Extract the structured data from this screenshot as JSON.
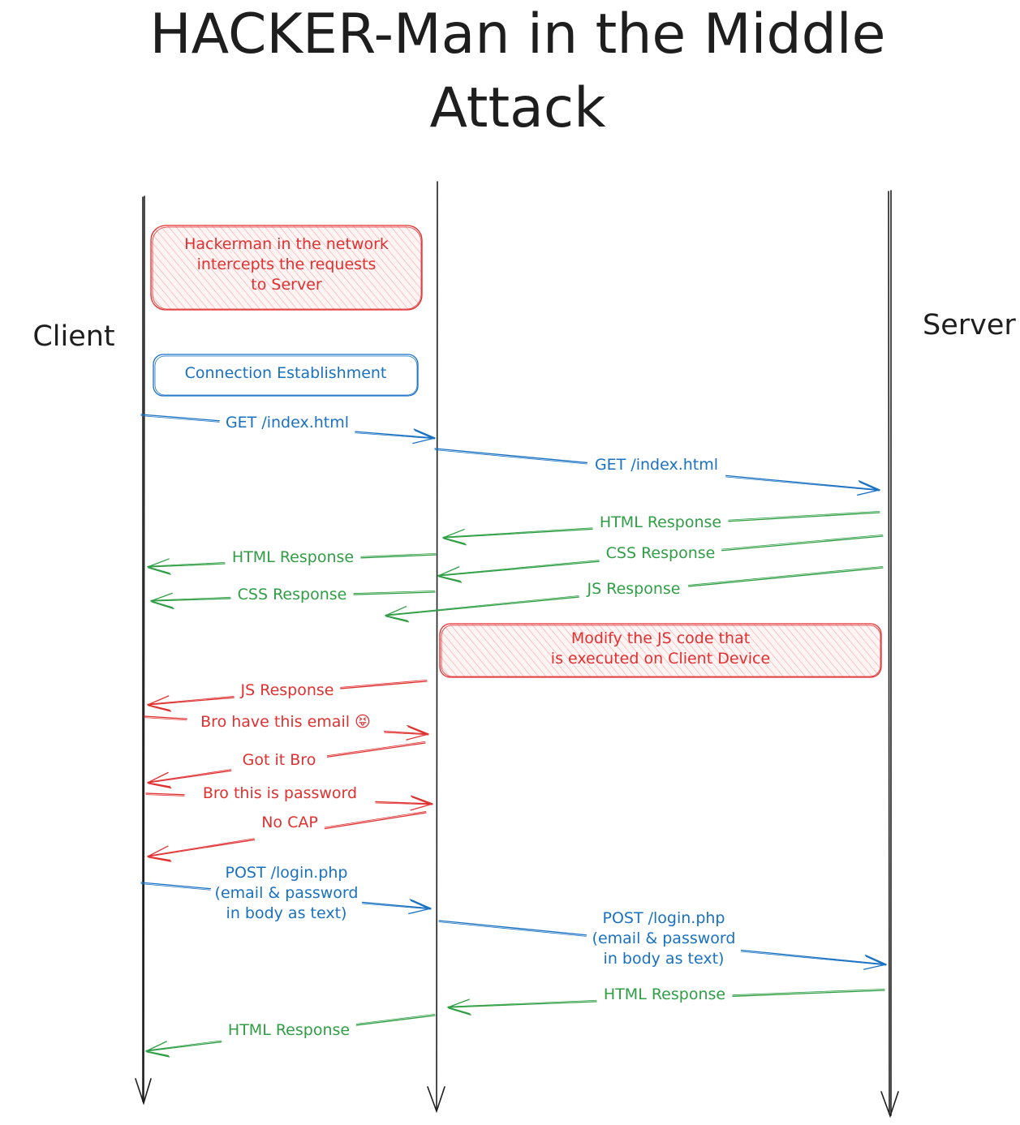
{
  "title": {
    "line1": "HACKER-Man in the Middle",
    "line2": "Attack"
  },
  "actors": {
    "client": "Client",
    "server": "Server"
  },
  "colors": {
    "ink": "#1e1e1e",
    "request": "#1971c2",
    "response": "#2f9e44",
    "attack": "#e03131"
  },
  "notes": {
    "hackerman": [
      "Hackerman in the network",
      "intercepts the requests",
      "to Server"
    ],
    "connection": [
      "Connection Establishment"
    ],
    "modify_js": [
      "Modify the JS code that",
      "is executed on Client Device"
    ]
  },
  "messages": {
    "get_client_to_mitm": [
      "GET /index.html"
    ],
    "get_mitm_to_server": [
      "GET /index.html"
    ],
    "html_server_to_mitm": [
      "HTML Response"
    ],
    "css_server_to_mitm": [
      "CSS Response"
    ],
    "js_server_to_mitm": [
      "JS Response"
    ],
    "html_mitm_to_client": [
      "HTML Response"
    ],
    "css_mitm_to_client": [
      "CSS Response"
    ],
    "js_mitm_to_client": [
      "JS Response"
    ],
    "email_client_to_mitm": [
      "Bro have this email 😝"
    ],
    "got_it_mitm_to_client": [
      "Got it Bro"
    ],
    "password_client_to_mitm": [
      "Bro this is password"
    ],
    "no_cap_mitm_to_client": [
      "No CAP"
    ],
    "post_client_to_mitm": [
      "POST /login.php",
      "(email & password",
      "in body as text)"
    ],
    "post_mitm_to_server": [
      "POST /login.php",
      "(email & password",
      "in body as text)"
    ],
    "html2_server_to_mitm": [
      "HTML Response"
    ],
    "html2_mitm_to_client": [
      "HTML Response"
    ]
  }
}
